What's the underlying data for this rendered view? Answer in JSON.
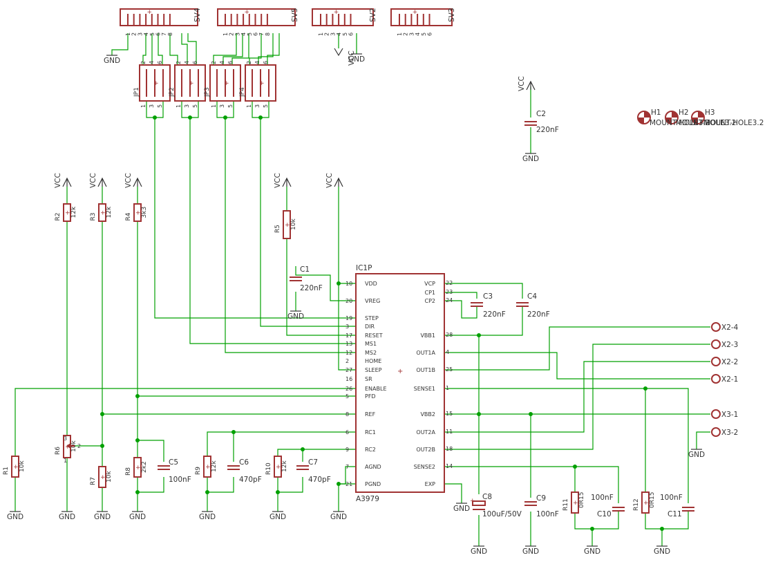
{
  "colors": {
    "wire": "#00a000",
    "part": "#a03232",
    "text": "#333333",
    "background": "#ffffff"
  },
  "headers": [
    {
      "name": "SV4",
      "pins": [
        "1",
        "2",
        "3",
        "4",
        "5",
        "6",
        "7",
        "8"
      ]
    },
    {
      "name": "SV5",
      "pins": [
        "1",
        "2",
        "3",
        "4",
        "5",
        "6",
        "7",
        "8"
      ]
    },
    {
      "name": "SV2",
      "pins": [
        "1",
        "2",
        "3",
        "4",
        "5",
        "6"
      ]
    },
    {
      "name": "SV3",
      "pins": [
        "1",
        "2",
        "3",
        "4",
        "5",
        "6"
      ]
    }
  ],
  "jumpers": [
    {
      "name": "JP1",
      "top_pins": [
        "2",
        "4",
        "6"
      ],
      "bottom_pins": [
        "1",
        "3",
        "5"
      ]
    },
    {
      "name": "JP2",
      "top_pins": [
        "2",
        "4",
        "6"
      ],
      "bottom_pins": [
        "1",
        "3",
        "5"
      ]
    },
    {
      "name": "JP3",
      "top_pins": [
        "2",
        "4",
        "6"
      ],
      "bottom_pins": [
        "1",
        "3",
        "5"
      ]
    },
    {
      "name": "JP4",
      "top_pins": [
        "2",
        "4",
        "6"
      ],
      "bottom_pins": [
        "1",
        "3",
        "5"
      ]
    }
  ],
  "mounting_holes": [
    {
      "name": "H1",
      "label": "MOUNT-HOLE3.2"
    },
    {
      "name": "H2",
      "label": "MOUNT-HOLE3.2"
    },
    {
      "name": "H3",
      "label": "MOUNT-HOLE3.2"
    }
  ],
  "ic": {
    "name": "IC1P",
    "value": "A3979",
    "left_pins": [
      {
        "num": "10",
        "label": "VDD"
      },
      {
        "num": "20",
        "label": "VREG"
      },
      {
        "num": "19",
        "label": "STEP"
      },
      {
        "num": "3",
        "label": "DIR"
      },
      {
        "num": "17",
        "label": "RESET"
      },
      {
        "num": "13",
        "label": "MS1"
      },
      {
        "num": "12",
        "label": "MS2"
      },
      {
        "num": "2",
        "label": "HOME"
      },
      {
        "num": "27",
        "label": "SLEEP"
      },
      {
        "num": "16",
        "label": "SR"
      },
      {
        "num": "26",
        "label": "ENABLE"
      },
      {
        "num": "5",
        "label": "PFD"
      },
      {
        "num": "8",
        "label": "REF"
      },
      {
        "num": "6",
        "label": "RC1"
      },
      {
        "num": "9",
        "label": "RC2"
      },
      {
        "num": "7",
        "label": "AGND"
      },
      {
        "num": "21",
        "label": "PGND"
      }
    ],
    "right_pins": [
      {
        "num": "22",
        "label": "VCP"
      },
      {
        "num": "23",
        "label": "CP1"
      },
      {
        "num": "24",
        "label": "CP2"
      },
      {
        "num": "28",
        "label": "VBB1"
      },
      {
        "num": "4",
        "label": "OUT1A"
      },
      {
        "num": "25",
        "label": "OUT1B"
      },
      {
        "num": "1",
        "label": "SENSE1"
      },
      {
        "num": "15",
        "label": "VBB2"
      },
      {
        "num": "11",
        "label": "OUT2A"
      },
      {
        "num": "18",
        "label": "OUT2B"
      },
      {
        "num": "14",
        "label": "SENSE2"
      },
      {
        "num": "",
        "label": "EXP"
      }
    ]
  },
  "resistors": [
    {
      "name": "R1",
      "value": "10k"
    },
    {
      "name": "R2",
      "value": "12k"
    },
    {
      "name": "R3",
      "value": "12k"
    },
    {
      "name": "R4",
      "value": "3k3"
    },
    {
      "name": "R5",
      "value": "10k"
    },
    {
      "name": "R6",
      "value": "10k"
    },
    {
      "name": "R7",
      "value": "10k"
    },
    {
      "name": "R8",
      "value": "2k2"
    },
    {
      "name": "R9",
      "value": "12k"
    },
    {
      "name": "R10",
      "value": "12k"
    },
    {
      "name": "R11",
      "value": "0R15"
    },
    {
      "name": "R12",
      "value": "0R15"
    }
  ],
  "capacitors": [
    {
      "name": "C1",
      "value": "220nF"
    },
    {
      "name": "C2",
      "value": "220nF"
    },
    {
      "name": "C3",
      "value": "220nF"
    },
    {
      "name": "C4",
      "value": "220nF"
    },
    {
      "name": "C5",
      "value": "100nF"
    },
    {
      "name": "C6",
      "value": "470pF"
    },
    {
      "name": "C7",
      "value": "470pF"
    },
    {
      "name": "C8",
      "value": "100uF/50V"
    },
    {
      "name": "C9",
      "value": "100nF"
    },
    {
      "name": "C10",
      "value": "100nF"
    },
    {
      "name": "C11",
      "value": "100nF"
    }
  ],
  "connectors": [
    "X2-4",
    "X2-3",
    "X2-2",
    "X2-1",
    "X3-1",
    "X3-2"
  ],
  "power": {
    "vcc": "VCC",
    "gnd": "GND"
  },
  "r6_wiper_pin": "2",
  "r6_end_pins": [
    "3",
    "1"
  ]
}
